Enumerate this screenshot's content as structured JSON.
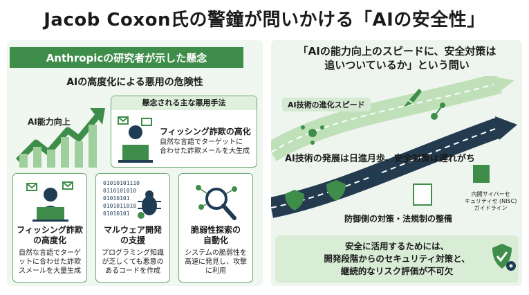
{
  "title": "Jacob Coxon氏の警鐘が問いかける「AIの安全性」",
  "left": {
    "header": "Anthropicの研究者が示した懸念",
    "subtitle": "AIの高度化による悪用の危険性",
    "ability_label": "AI能力向上",
    "main_card": {
      "title": "懸念される主な悪用手法",
      "heading": "フィッシング詐欺の高化",
      "text_line1": "自然な言語でターゲットに",
      "text_line2": "合わせた詐欺メールを大生成"
    },
    "cards": [
      {
        "h1": "フィッシング詐欺",
        "h2": "の高度化",
        "t1": "自然な言語でターゲ",
        "t2": "ットに合わせた詐欺",
        "t3": "スメールを大量生成"
      },
      {
        "h1": "マルウェア開発",
        "h2": "の支援",
        "t1": "プログラミング知識",
        "t2": "が乏しくても悪意の",
        "t3": "あるコードを作成"
      },
      {
        "h1": "脆弱性探索の",
        "h2": "自動化",
        "t1": "システムの脆弱性を",
        "t2": "高速に発見し、攻撃",
        "t3": "に利用"
      }
    ],
    "binary_lines": [
      "01010101110",
      "0110101010",
      "01010101",
      "0101011010",
      "01010101"
    ]
  },
  "right": {
    "title_line1": "「AIの能力向上のスピードに、安全対策は",
    "title_line2": "追いついているか」という問い",
    "speed_label": "AI技術の進化スピード",
    "gap_text": "AI技術の発展は日進月歩、安全対策は遅れがち",
    "defense_text": "防御側の対策・法規制の整備",
    "nisc_line1": "内閣サイバーセ",
    "nisc_line2": "キュリティセ (NISC)",
    "nisc_line3": "ガイドライン",
    "conclusion_line1": "安全に活用するためには、",
    "conclusion_line2": "開発段階からのセキュリティ対策と、",
    "conclusion_line3": "継続的なリスク評価が不可欠"
  },
  "colors": {
    "accent": "#3f8d4a",
    "light": "#dff0dd",
    "dark": "#1f3c55",
    "road": "#243b4f"
  }
}
